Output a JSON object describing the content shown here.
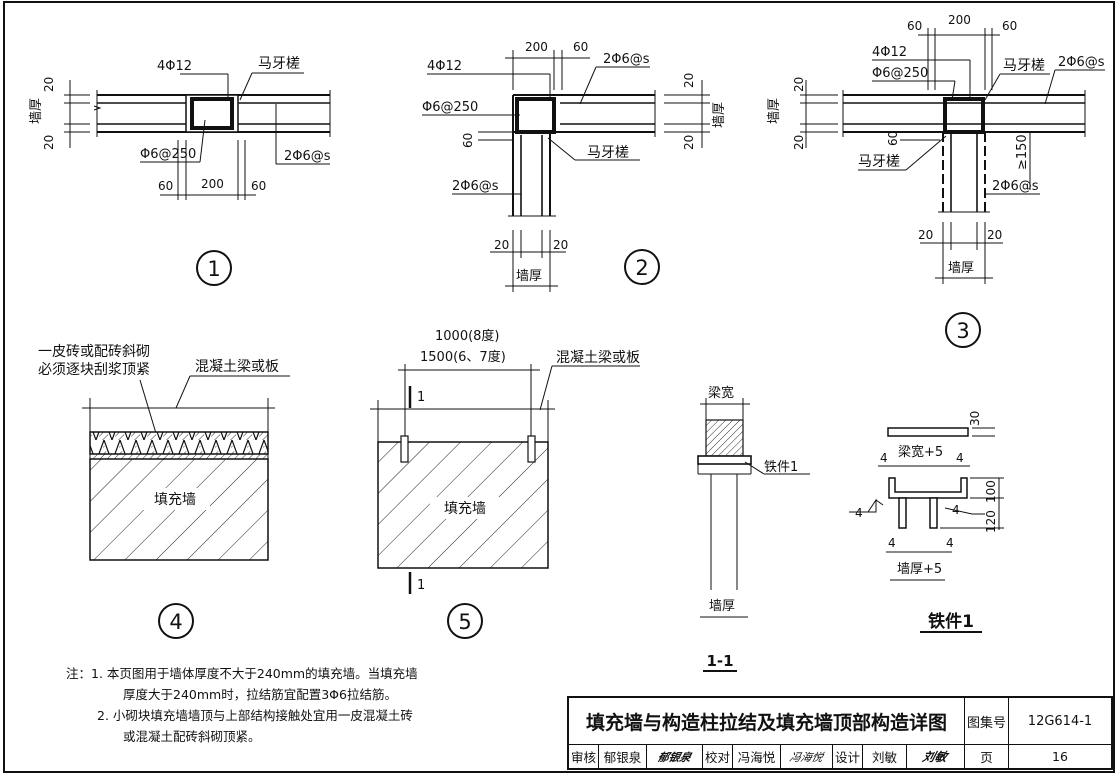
{
  "detail1": {
    "label_4phi12": "4Φ12",
    "label_mayacha": "马牙槎",
    "label_phi6_250": "Φ6@250",
    "label_2phi6s": "2Φ6@s",
    "dim_20_top": "20",
    "dim_20_bottom": "20",
    "label_wall_thickness": "墙厚",
    "dim_60_left": "60",
    "dim_200": "200",
    "dim_60_right": "60",
    "number": "1"
  },
  "detail2": {
    "dim_200": "200",
    "dim_60": "60",
    "label_4phi12": "4Φ12",
    "label_2phi6s_top": "2Φ6@s",
    "label_phi6_250": "Φ6@250",
    "dim_60_left": "60",
    "label_mayacha": "马牙槎",
    "label_2phi6s_bottom": "2Φ6@s",
    "dim_20_right": "20",
    "label_wall_thickness_right": "墙厚",
    "dim_20_right_b": "20",
    "dim_20_l": "20",
    "dim_20_r": "20",
    "label_wall_thickness_bottom": "墙厚",
    "number": "2"
  },
  "detail3": {
    "dim_60_l": "60",
    "dim_200": "200",
    "dim_60_r": "60",
    "label_4phi12": "4Φ12",
    "label_phi6_250": "Φ6@250",
    "label_mayacha_top": "马牙槎",
    "label_2phi6s_top": "2Φ6@s",
    "dim_20_top": "20",
    "label_wall_thickness": "墙厚",
    "dim_20_bottom": "20",
    "dim_60": "60",
    "label_mayacha_bottom": "马牙槎",
    "dim_ge150": "≥150",
    "label_2phi6s_bottom": "2Φ6@s",
    "dim_20_l": "20",
    "dim_20_r": "20",
    "label_wall_thickness_bottom": "墙厚",
    "number": "3"
  },
  "detail4": {
    "note_line1": "一皮砖或配砖斜砌",
    "note_line2": "必须逐块刮浆顶紧",
    "label_beam": "混凝土梁或板",
    "label_infill": "填充墙",
    "number": "4"
  },
  "detail5": {
    "dim_line1": "1000(8度)",
    "dim_line2": "1500(6、7度)",
    "label_beam": "混凝土梁或板",
    "section_mark_top": "1",
    "section_mark_bottom": "1",
    "label_infill": "填充墙",
    "number": "5"
  },
  "section11": {
    "label_beam_width": "梁宽",
    "label_part": "铁件1",
    "label_wall_thickness": "墙厚",
    "title": "1-1"
  },
  "part1": {
    "dim_30": "30",
    "dim_4_a": "4",
    "label_beam_width_plus5": "梁宽+5",
    "dim_4_b": "4",
    "dim_4_weld_l": "4",
    "dim_4_weld_r": "4",
    "dim_100": "100",
    "dim_120": "120",
    "dim_4_c": "4",
    "dim_4_d": "4",
    "label_wall_thickness_plus5": "墙厚+5",
    "title": "铁件1"
  },
  "notes": {
    "line1": "注：1. 本页图用于墙体厚度不大于240mm的填充墙。当填充墙",
    "line2": "厚度大于240mm时，拉结筋宜配置3Φ6拉结筋。",
    "line3": "2. 小砌块填充墙墙顶与上部结构接触处宜用一皮混凝土砖",
    "line4": "或混凝土配砖斜砌顶紧。"
  },
  "title_block": {
    "title": "填充墙与构造柱拉结及填充墙顶部构造详图",
    "atlas_label": "图集号",
    "atlas_number": "12G614-1",
    "review_label": "审核",
    "review_name": "郁银泉",
    "review_sign": "郁银泉",
    "check_label": "校对",
    "check_name": "冯海悦",
    "check_sign": "冯海悦",
    "design_label": "设计",
    "design_name": "刘敏",
    "design_sign": "刘敏",
    "page_label": "页",
    "page_number": "16"
  }
}
